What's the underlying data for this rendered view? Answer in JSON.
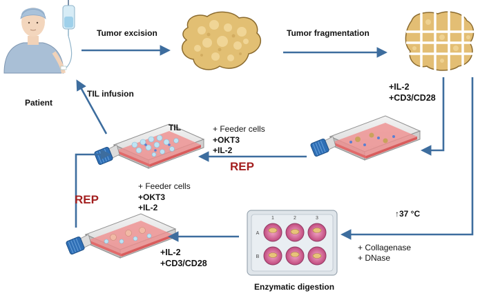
{
  "labels": {
    "tumor_excision": "Tumor excision",
    "tumor_fragmentation": "Tumor fragmentation",
    "patient": "Patient",
    "til_infusion": "TIL infusion",
    "til": "TIL",
    "il2_top": "+IL-2",
    "cd3cd28_top": "+CD3/CD28",
    "feeder_top": "+ Feeder cells",
    "okt3_top": "+OKT3",
    "il2_mid": "+IL-2",
    "rep_top": "REP",
    "temp": "↑37 °C",
    "rep_left": "REP",
    "feeder_bottom": "+ Feeder cells",
    "okt3_bottom": "+OKT3",
    "il2_bottom_mid": "+IL-2",
    "collagenase": "+ Collagenase",
    "dnase": "+ DNase",
    "il2_bottom": "+IL-2",
    "cd3cd28_bottom": "+CD3/CD28",
    "enzymatic_digestion": "Enzymatic digestion",
    "plate_col_1": "1",
    "plate_col_2": "2",
    "plate_col_3": "3",
    "plate_row_a": "A",
    "plate_row_b": "B"
  },
  "colors": {
    "arrow": "#3d6d9e",
    "rep": "#a31f1f",
    "tumor": "#d9b46a",
    "flask_media": "#e26a6a",
    "flask_cap": "#2f6fb5"
  }
}
